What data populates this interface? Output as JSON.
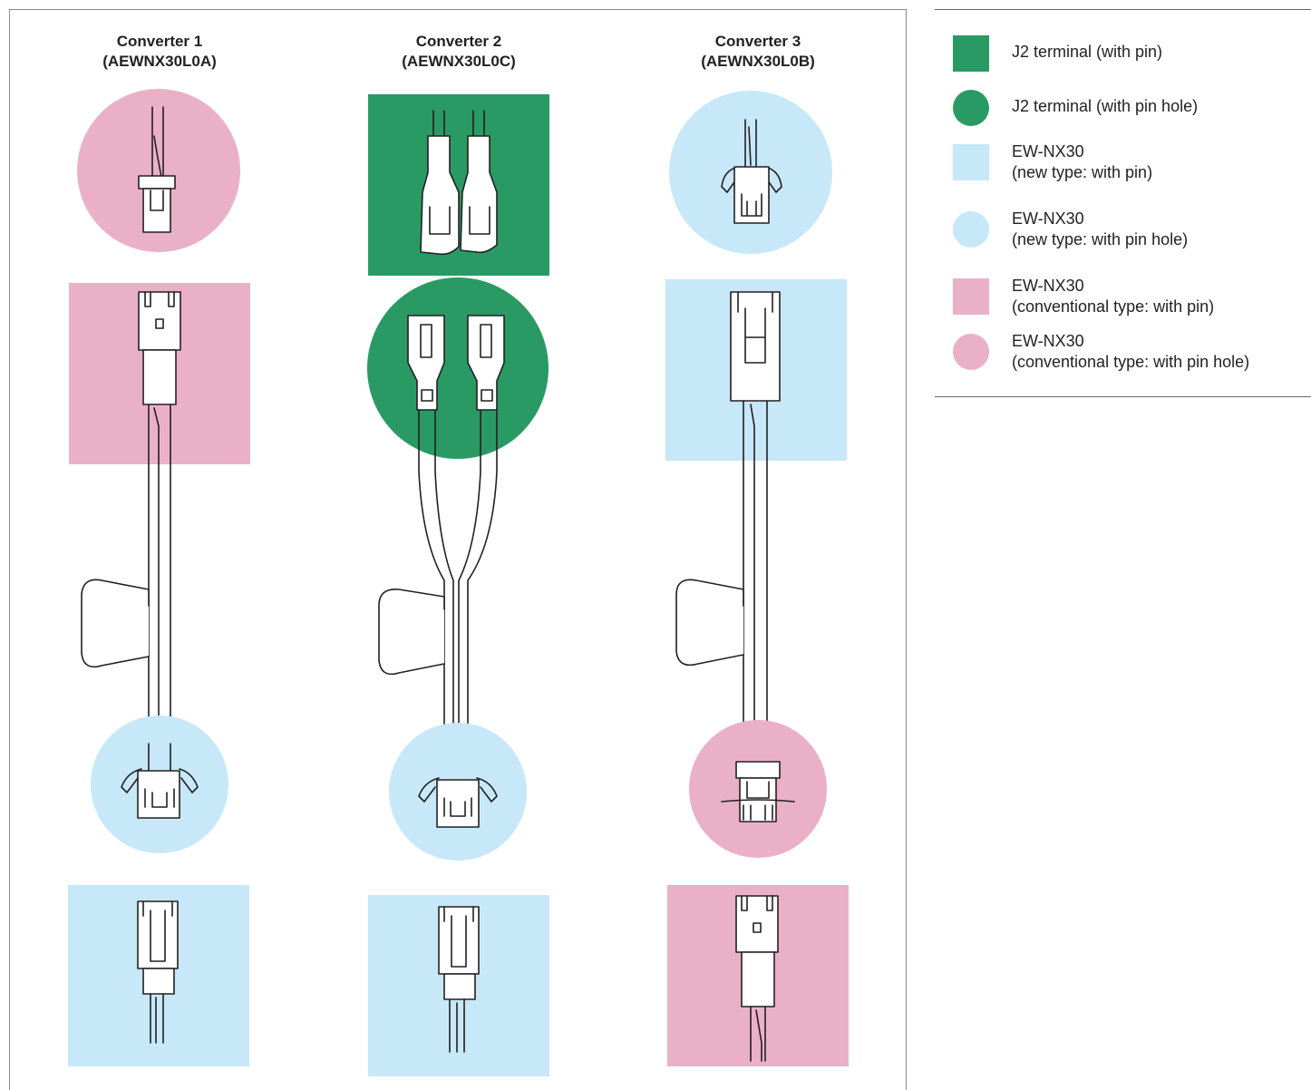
{
  "colors": {
    "green": "#2a9a64",
    "light_blue": "#c6e8f8",
    "pink": "#eab0c8",
    "line": "#231f20"
  },
  "converters": [
    {
      "title": "Converter 1",
      "model": "(AEWNX30L0A)"
    },
    {
      "title": "Converter 2",
      "model": "(AEWNX30L0C)"
    },
    {
      "title": "Converter 3",
      "model": "(AEWNX30L0B)"
    }
  ],
  "legend": [
    {
      "shape": "square",
      "color": "#2a9a64",
      "line1": "J2 terminal (with pin)",
      "line2": ""
    },
    {
      "shape": "circle",
      "color": "#2a9a64",
      "line1": "J2 terminal (with pin hole)",
      "line2": ""
    },
    {
      "shape": "square",
      "color": "#c6e8f8",
      "line1": "EW-NX30",
      "line2": "(new type: with pin)"
    },
    {
      "shape": "circle",
      "color": "#c6e8f8",
      "line1": "EW-NX30",
      "line2": "(new type: with pin hole)"
    },
    {
      "shape": "square",
      "color": "#eab0c8",
      "line1": "EW-NX30",
      "line2": "(conventional type: with pin)"
    },
    {
      "shape": "circle",
      "color": "#eab0c8",
      "line1": "EW-NX30",
      "line2": "(conventional type: with pin hole)"
    }
  ]
}
